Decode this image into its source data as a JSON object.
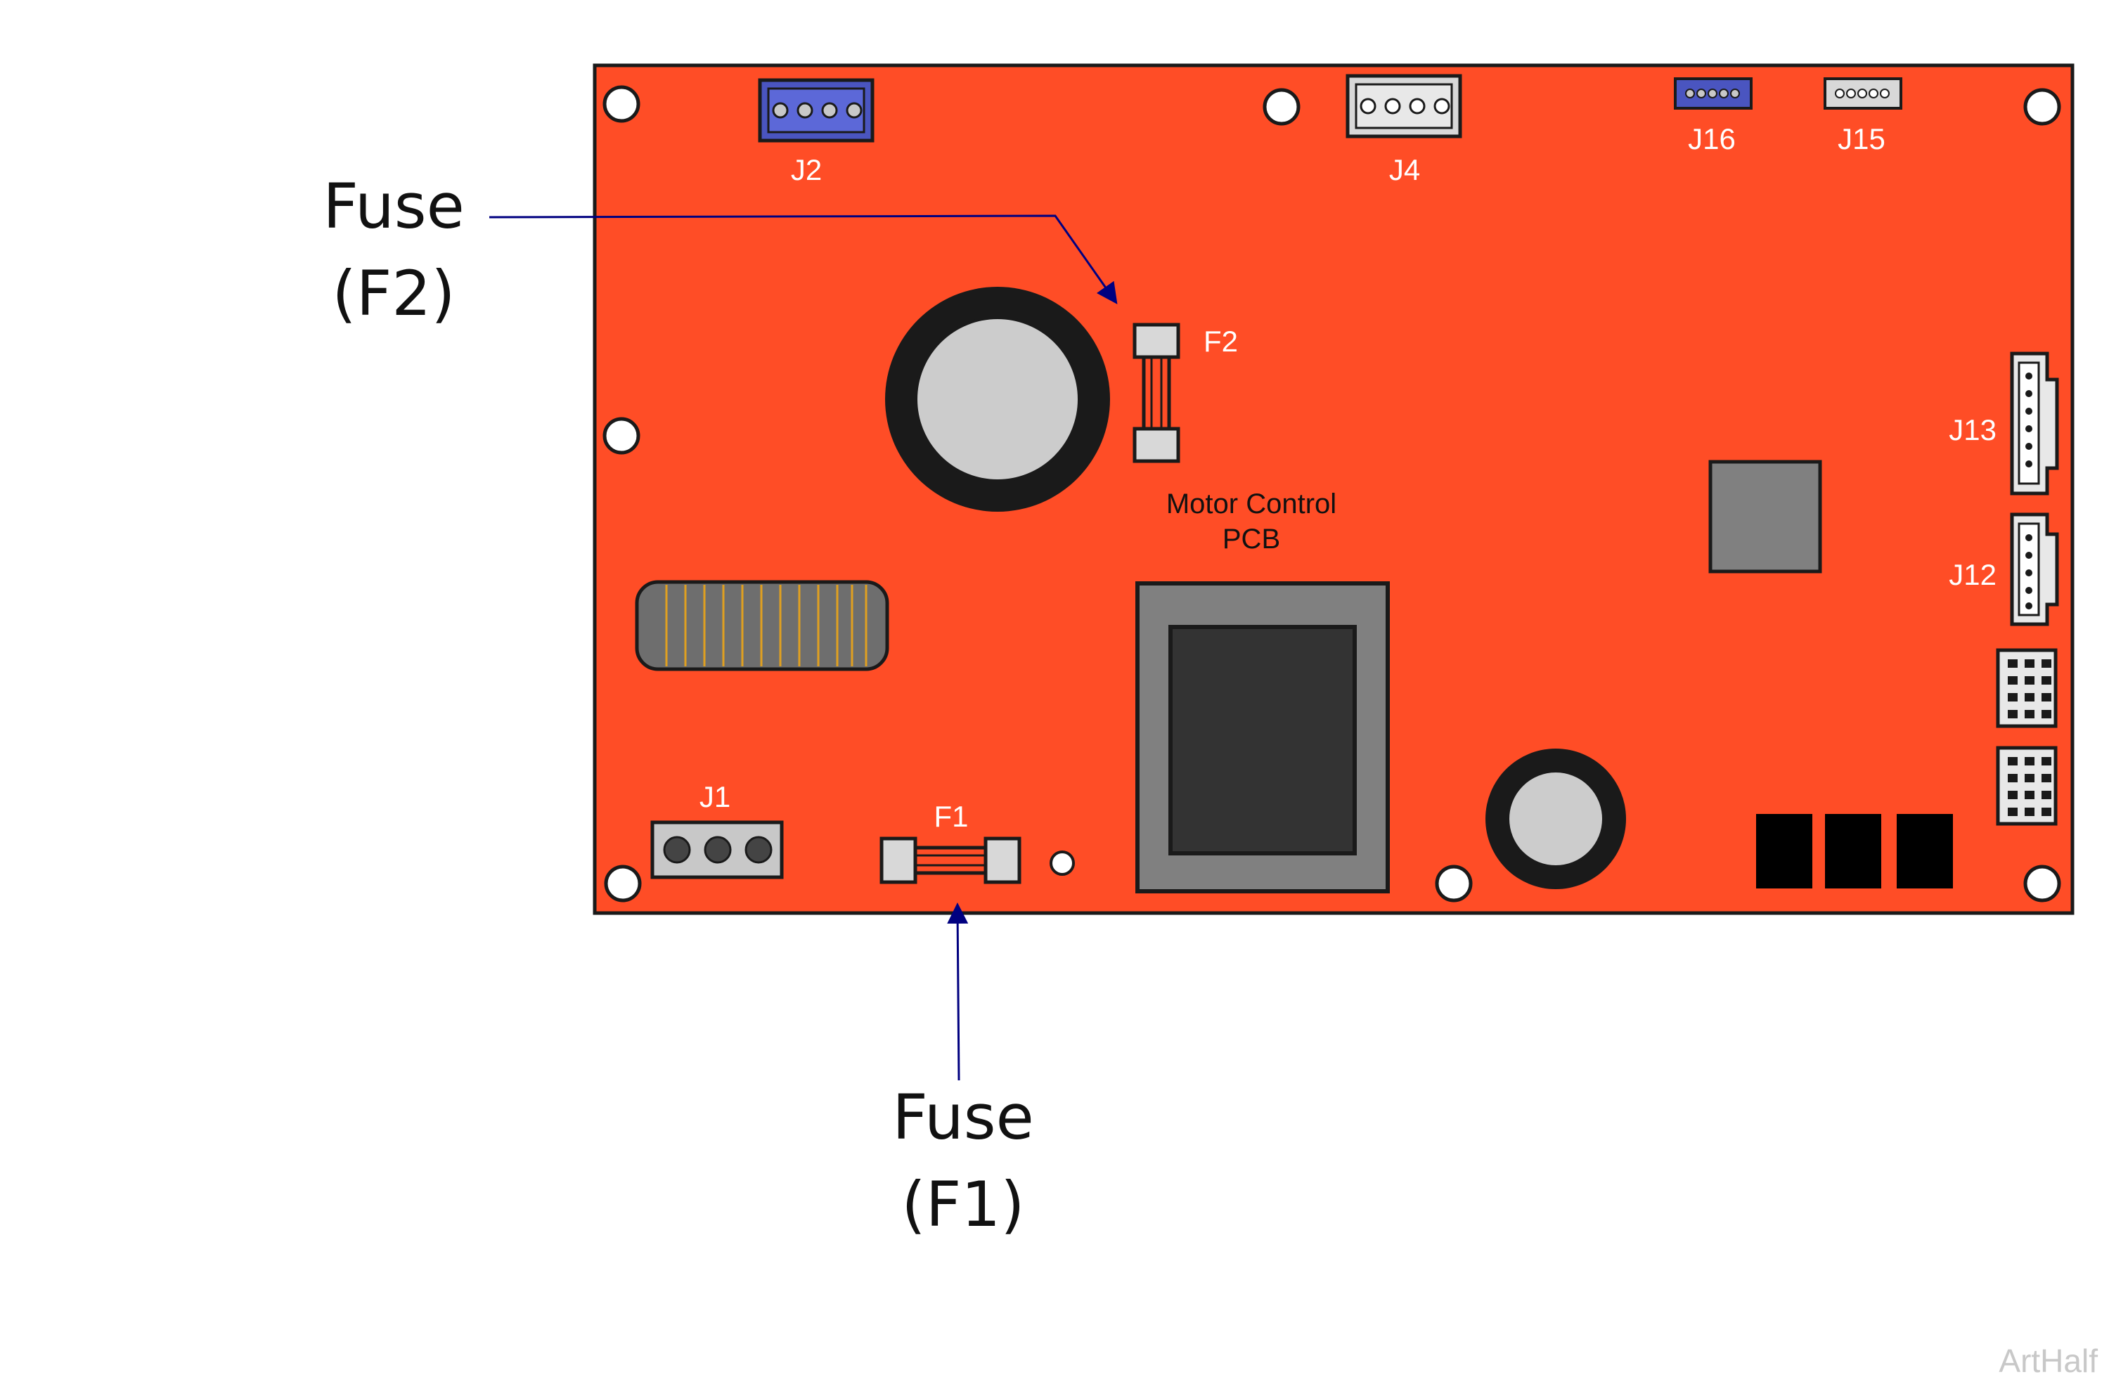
{
  "board": {
    "title_line1": "Motor Control",
    "title_line2": "PCB",
    "colors": {
      "board": "#ff4d26",
      "outline": "#1a1a1a",
      "arrow": "#000080",
      "connector_blue": "#4a55c0",
      "component_gray": "#808080"
    }
  },
  "connectors": {
    "j1": "J1",
    "j2": "J2",
    "j4": "J4",
    "j12": "J12",
    "j13": "J13",
    "j15": "J15",
    "j16": "J16"
  },
  "fuses": {
    "f1": "F1",
    "f2": "F2"
  },
  "callouts": {
    "f2": {
      "line1": "Fuse",
      "line2": "(F2)"
    },
    "f1": {
      "line1": "Fuse",
      "line2": "(F1)"
    }
  },
  "footer": {
    "text": "ArtHalf"
  }
}
